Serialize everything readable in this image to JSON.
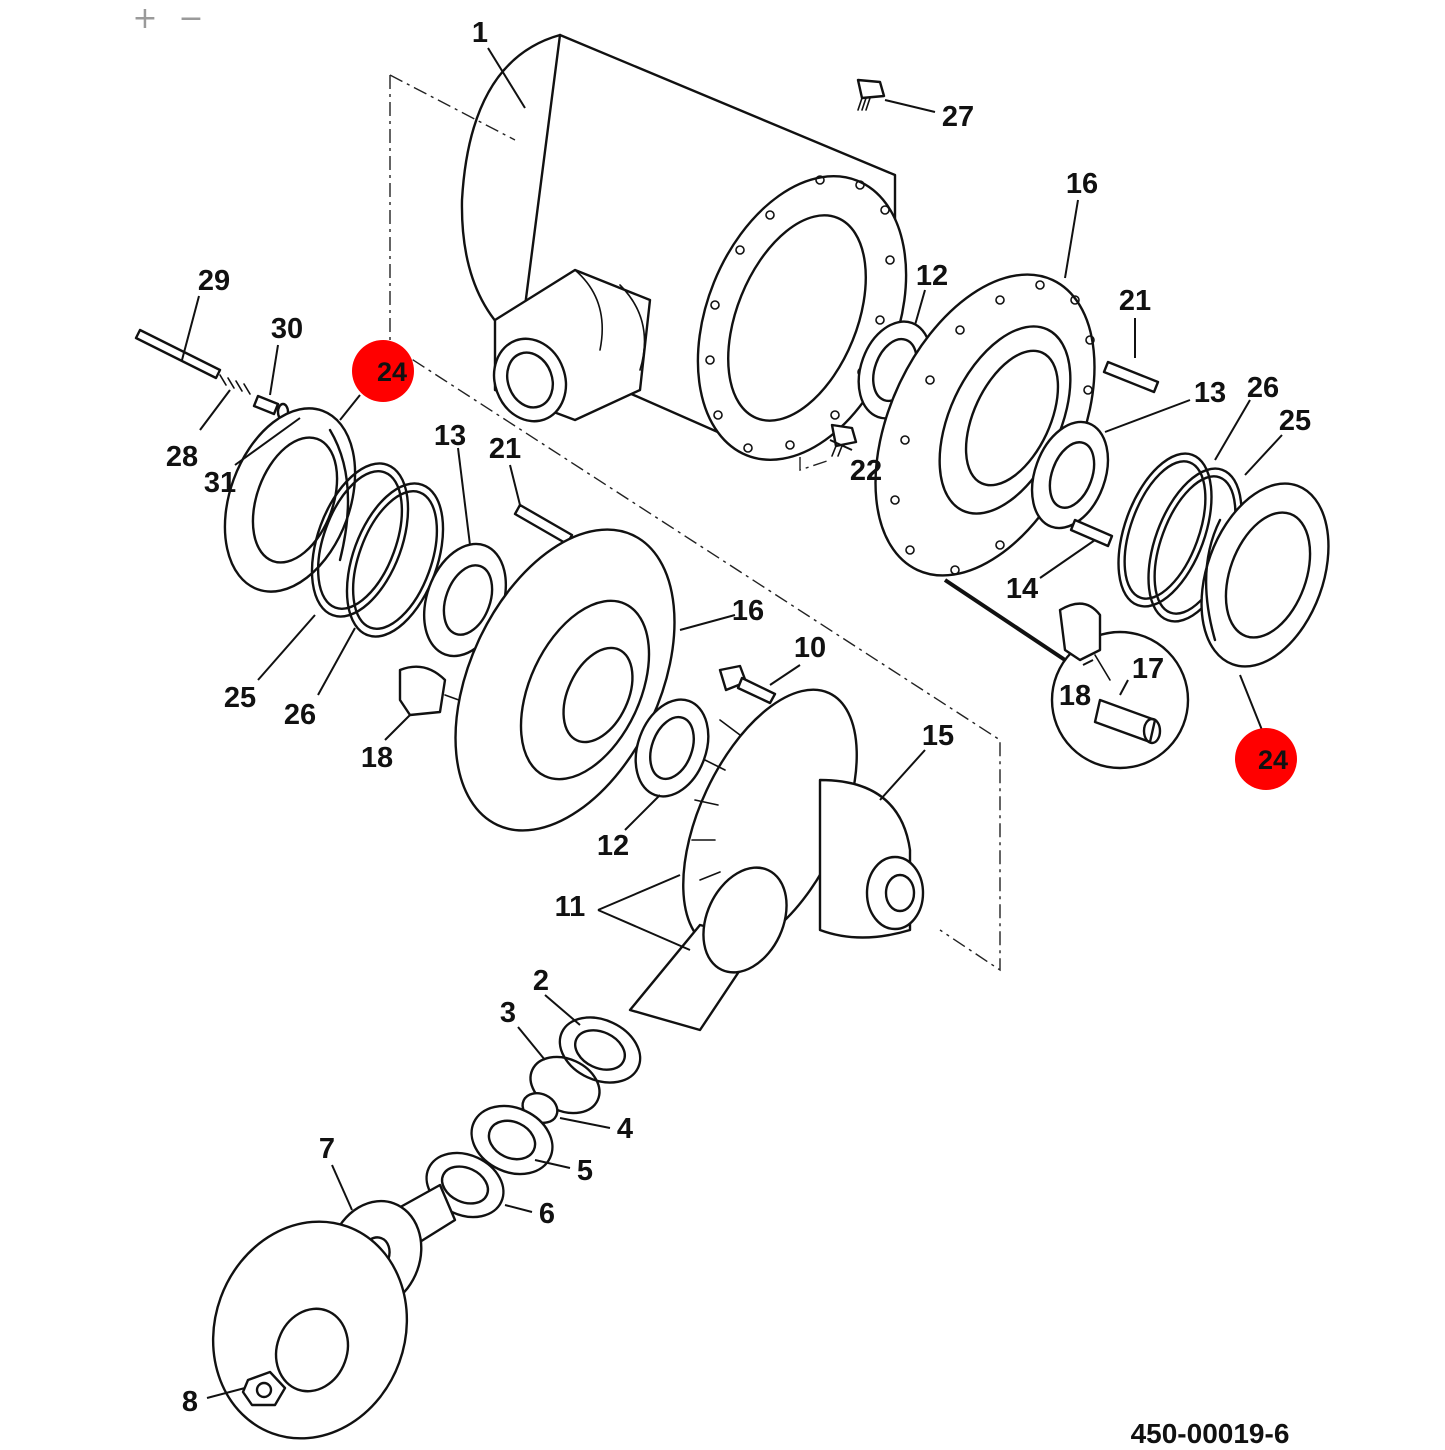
{
  "toolbar": {
    "zoom_in_label": "+",
    "zoom_out_label": "−"
  },
  "diagram": {
    "figure_id": "450-00019-6",
    "highlight_color": "#ff0000",
    "part_labels": {
      "p1": "1",
      "p2": "2",
      "p3": "3",
      "p4": "4",
      "p5": "5",
      "p6": "6",
      "p7": "7",
      "p8": "8",
      "p10": "10",
      "p11": "11",
      "p12a": "12",
      "p12b": "12",
      "p13a": "13",
      "p13b": "13",
      "p14": "14",
      "p15": "15",
      "p16a": "16",
      "p16b": "16",
      "p17": "17",
      "p18a": "18",
      "p18b": "18",
      "p21a": "21",
      "p21b": "21",
      "p22": "22",
      "p25a": "25",
      "p25b": "25",
      "p26a": "26",
      "p26b": "26",
      "p27": "27",
      "p28": "28",
      "p29": "29",
      "p30": "30",
      "p31": "31"
    },
    "highlighted_callouts": [
      "24",
      "24"
    ]
  }
}
